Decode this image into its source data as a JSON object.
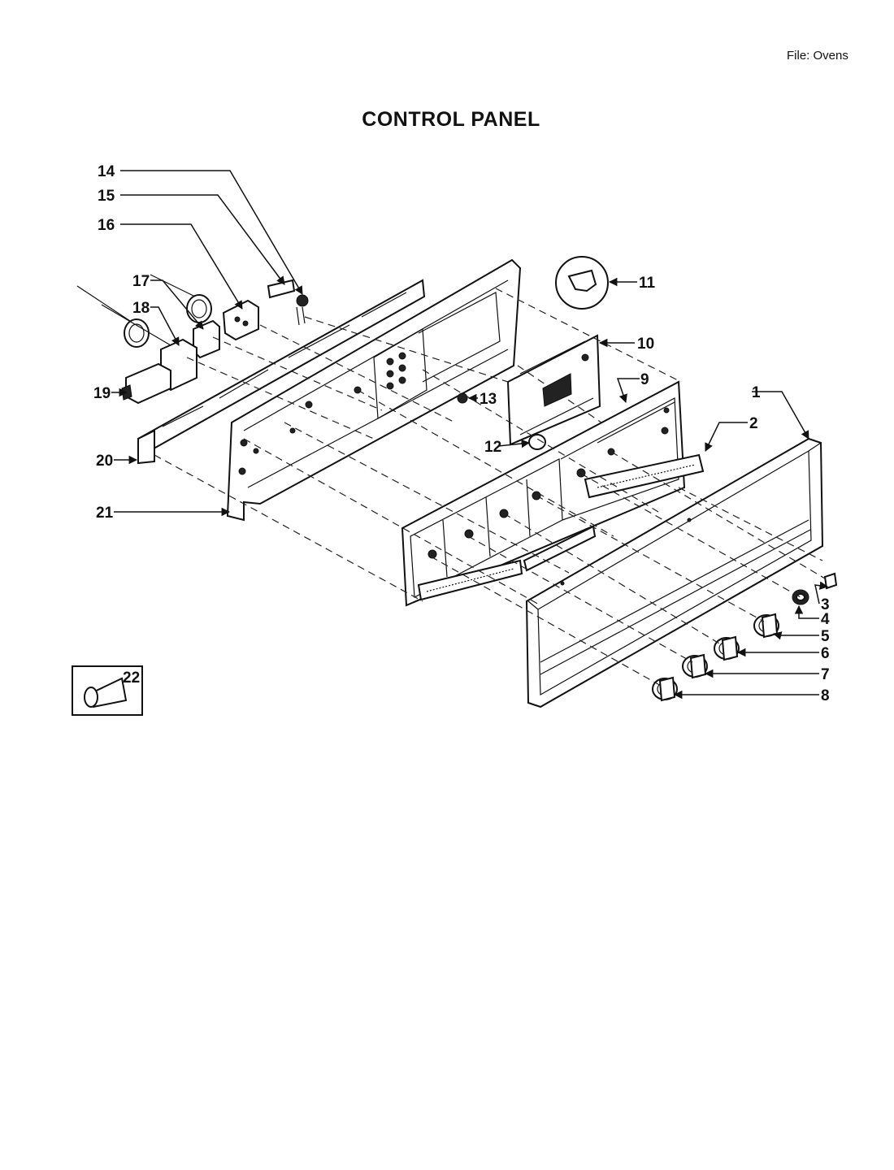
{
  "header": {
    "file_label": "File: Ovens",
    "title": "CONTROL PANEL"
  },
  "callouts": [
    "1",
    "2",
    "3",
    "4",
    "5",
    "6",
    "7",
    "8",
    "9",
    "10",
    "11",
    "12",
    "13",
    "14",
    "15",
    "16",
    "17",
    "18",
    "19",
    "20",
    "21",
    "22"
  ]
}
